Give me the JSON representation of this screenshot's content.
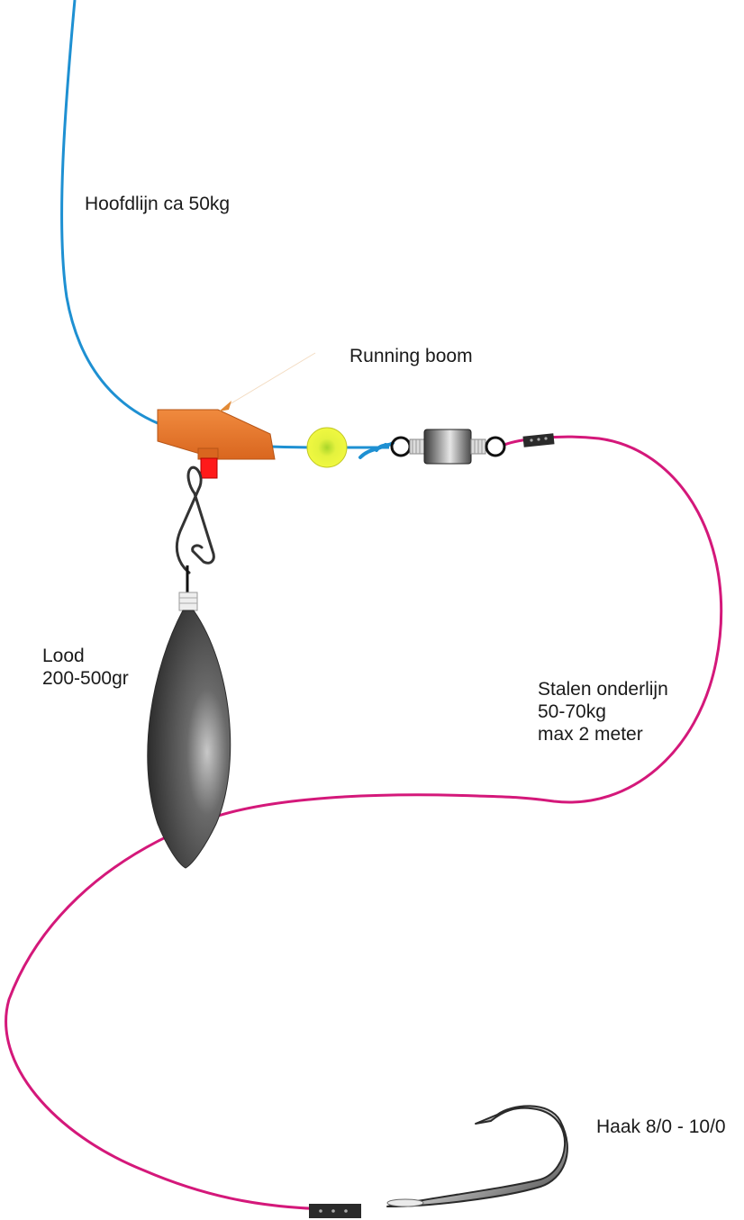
{
  "labels": {
    "main_line": "Hoofdlijn ca 50kg",
    "running_boom": "Running boom",
    "sinker": [
      "Lood",
      "200-500gr"
    ],
    "leader": [
      "Stalen onderlijn",
      "50-70kg",
      "max 2 meter"
    ],
    "hook": "Haak 8/0 - 10/0"
  },
  "colors": {
    "main_line": "#1e90d2",
    "steel_leader": "#d4187a",
    "running_boom": "#ef7a2e",
    "boom_clip": "#ff1a1a",
    "bead": "#e8f53a",
    "sinker": "#4a4a4a",
    "sleeve": "#2a2a2a",
    "hook": "#555555"
  }
}
